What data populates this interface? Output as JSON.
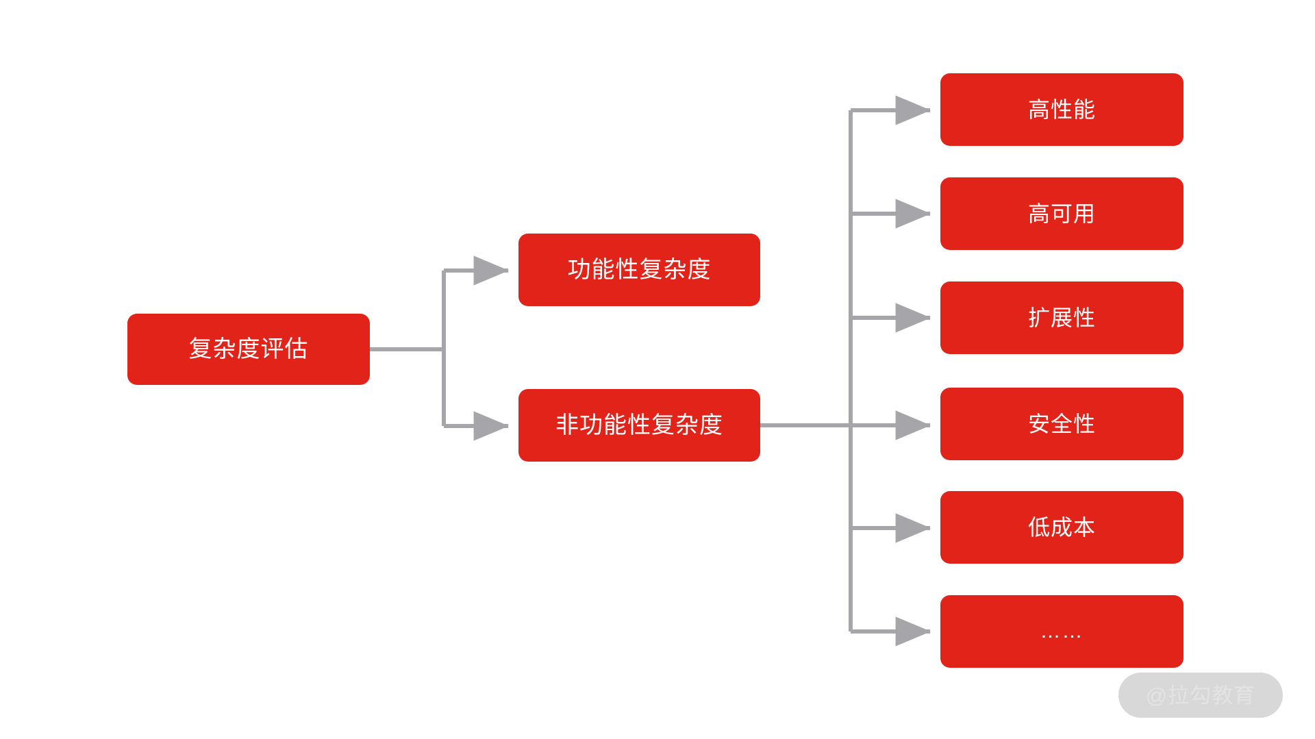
{
  "diagram": {
    "title": "复杂度评估",
    "type": "tree-mindmap",
    "orientation": "left-to-right",
    "colors": {
      "node_fill": "#E2231A",
      "node_text": "#FFFFFF",
      "connector": "#A6A6AA",
      "background": "#FFFFFF",
      "watermark_pill": "#D8D8D8",
      "watermark_text": "#E3E3E3"
    },
    "root": {
      "id": "root",
      "label": "复杂度评估"
    },
    "level2": [
      {
        "id": "functional",
        "label": "功能性复杂度"
      },
      {
        "id": "non-functional",
        "label": "非功能性复杂度"
      }
    ],
    "level3": [
      {
        "id": "high-performance",
        "label": "高性能"
      },
      {
        "id": "high-availability",
        "label": "高可用"
      },
      {
        "id": "scalability",
        "label": "扩展性"
      },
      {
        "id": "security",
        "label": "安全性"
      },
      {
        "id": "low-cost",
        "label": "低成本"
      },
      {
        "id": "more",
        "label": "……"
      }
    ]
  },
  "watermark": {
    "text": "@拉勾教育"
  }
}
